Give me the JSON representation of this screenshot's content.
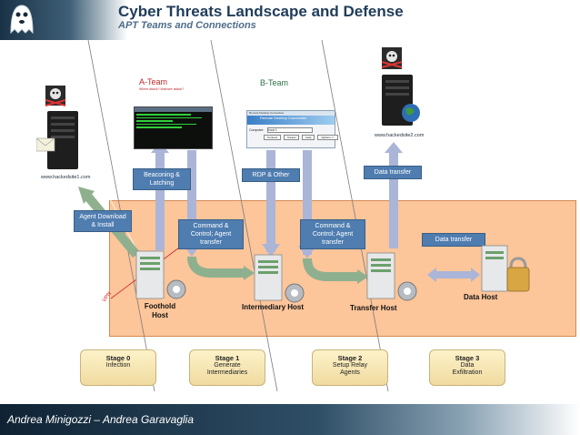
{
  "header": {
    "title": "Cyber Threats Landscape and Defense",
    "subtitle": "APT Teams and Connections"
  },
  "teams": {
    "a_team": "A-Team",
    "a_team_note": "Where attack? Malware attack?",
    "b_team": "B-Team"
  },
  "sites": {
    "site1": "www.hackedsite1.com",
    "site2": "www.hackedsite2.com"
  },
  "flows": {
    "beaconing": "Beaconing & Latching",
    "rdp": "RDP & Other",
    "data_transfer_top": "Data transfer",
    "data_transfer_mid": "Data transfer",
    "agent_download": "Agent Download & Install",
    "cc1": "Command & Control; Agent transfer",
    "cc2": "Command & Control; Agent transfer",
    "vpn": "VPN"
  },
  "rdp_window": {
    "title": "Remote Desktop Connection",
    "banner": "Remote Desktop Connection",
    "computer_label": "Computer:",
    "computer_value": "host 1",
    "buttons": [
      "Connect",
      "Cancel",
      "Help",
      "Options >>"
    ]
  },
  "hosts": {
    "foothold": "Foothold Host",
    "intermediary": "Intermediary Host",
    "transfer": "Transfer Host",
    "data": "Data Host"
  },
  "stages": [
    {
      "title": "Stage 0",
      "desc": "Infection"
    },
    {
      "title": "Stage 1",
      "desc": "Generate Intermediaries"
    },
    {
      "title": "Stage 2",
      "desc": "Setup Relay Agents"
    },
    {
      "title": "Stage 3",
      "desc": "Data Exfiltration"
    }
  ],
  "footer": {
    "authors": "Andrea Minigozzi – Andrea Garavaglia"
  },
  "colors": {
    "orange_zone": "#fcc59a",
    "flow_box": "#4f7db0",
    "arrow_green": "#8fb08f",
    "arrow_blue": "#9db8dc",
    "title": "#1f3c5a"
  }
}
